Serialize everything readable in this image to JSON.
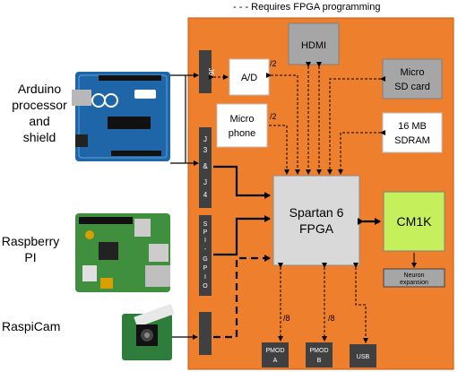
{
  "legend": {
    "text": "- - - Requires FPGA programming"
  },
  "left_labels": {
    "arduino": [
      "Arduino",
      "processor",
      "and",
      "shield"
    ],
    "raspberry": [
      "Raspberry",
      "PI"
    ],
    "raspicam": "RaspiCam"
  },
  "connectors": {
    "j6": "J6",
    "j3j4": [
      "J",
      "3",
      "&",
      "J",
      "4"
    ],
    "spigpio": [
      "S",
      "P",
      "I",
      "-",
      "G",
      "P",
      "I",
      "O"
    ]
  },
  "blocks": {
    "hdmi": "HDMI",
    "ad": "A/D",
    "sdcard": [
      "Micro",
      "SD card"
    ],
    "microphone": [
      "Micro",
      "phone"
    ],
    "sdram": [
      "16 MB",
      "SDRAM"
    ],
    "fpga": [
      "Spartan 6",
      "FPGA"
    ],
    "cm1k": "CM1K",
    "neuron": [
      "Neuron",
      "expansion"
    ],
    "pmod_a": [
      "PMOD",
      "A"
    ],
    "pmod_b": [
      "PMOD",
      "B"
    ],
    "usb": "USB"
  },
  "bus_labels": {
    "ad_bus": "/2",
    "mic_bus": "/2",
    "pmod_a_bus": "/8",
    "pmod_b_bus": "/8"
  },
  "colors": {
    "board": "#ee7f2d",
    "board_border": "#c55a11",
    "fpga": "#d9d9d9",
    "cm1k": "#c6ef5c",
    "gray_block": "#a6a6a6",
    "dark_block": "#404040"
  }
}
